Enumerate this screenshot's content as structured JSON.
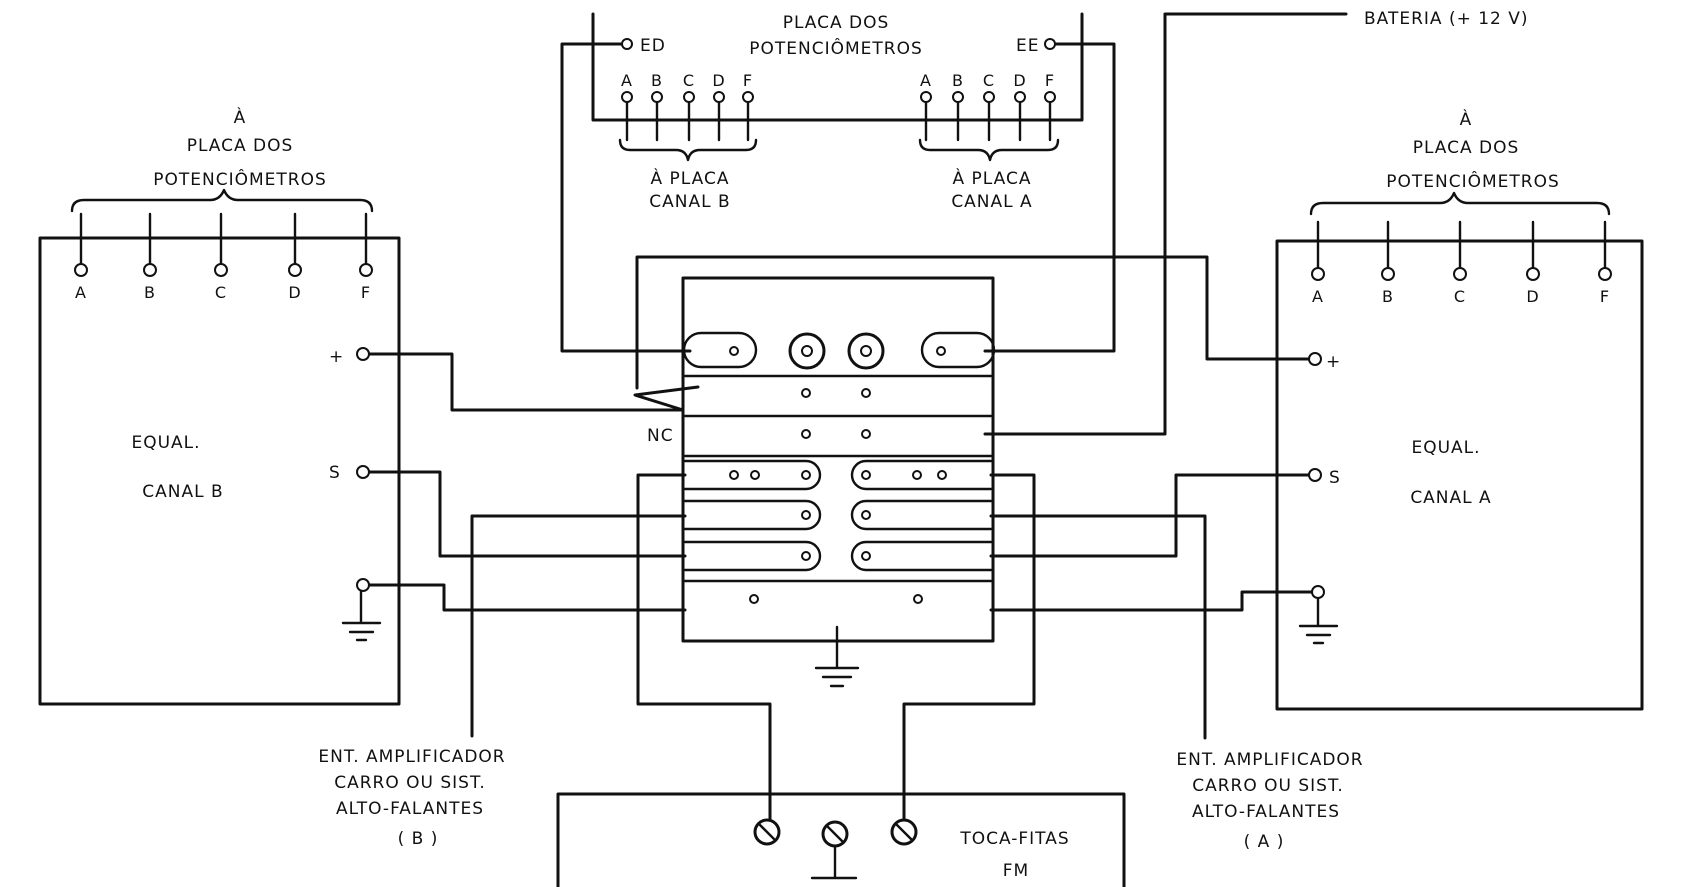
{
  "top_board": {
    "title_line1": "PLACA DOS",
    "title_line2": "POTENCIÔMETROS",
    "ed": "ED",
    "ee": "EE",
    "pins": [
      "A",
      "B",
      "C",
      "D",
      "F"
    ],
    "left_brace_line1": "À PLACA",
    "left_brace_line2": "CANAL B",
    "right_brace_line1": "À PLACA",
    "right_brace_line2": "CANAL A"
  },
  "battery_label": "BATERIA (+ 12 V)",
  "left_eq": {
    "header_line1": "À",
    "header_line2": "PLACA DOS",
    "header_line3": "POTENCIÔMETROS",
    "pins": [
      "A",
      "B",
      "C",
      "D",
      "F"
    ],
    "plus": "+",
    "s": "S",
    "title_line1": "EQUAL.",
    "title_line2": "CANAL B"
  },
  "right_eq": {
    "header_line1": "À",
    "header_line2": "PLACA DOS",
    "header_line3": "POTENCIÔMETROS",
    "pins": [
      "A",
      "B",
      "C",
      "D",
      "F"
    ],
    "plus": "+",
    "s": "S",
    "title_line1": "EQUAL.",
    "title_line2": "CANAL A"
  },
  "switch_block": {
    "nc": "NC"
  },
  "left_output": {
    "line1": "ENT. AMPLIFICADOR",
    "line2": "CARRO OU SIST.",
    "line3": "ALTO-FALANTES",
    "line4": "( B )"
  },
  "right_output": {
    "line1": "ENT. AMPLIFICADOR",
    "line2": "CARRO OU SIST.",
    "line3": "ALTO-FALANTES",
    "line4": "( A )"
  },
  "tape_deck": {
    "line1": "TOCA-FITAS",
    "line2": "FM"
  }
}
